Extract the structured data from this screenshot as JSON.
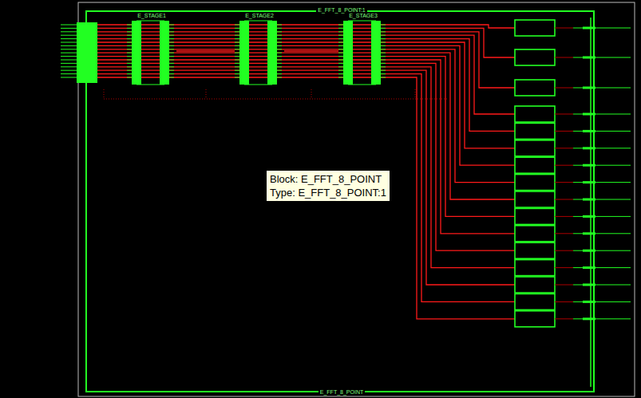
{
  "diagram": {
    "nodes": [
      {
        "text": [
          "E_FFT_8_POINT:1",
          "E_FFT_8_POINT"
        ]
      },
      {
        "text": [
          "E_STAGE1"
        ],
        "in": 0
      },
      {
        "text": [
          "E_STAGE2"
        ],
        "in": 0
      },
      {
        "text": [
          "E_STAGE3"
        ],
        "in": 0
      }
    ],
    "edges": [
      {
        "from": 1,
        "to": 2,
        "arrow": "none"
      },
      {
        "from": 2,
        "to": 3,
        "arrow": "none"
      }
    ],
    "labels": [
      "Block: E_FFT_8_POINT",
      "Type: E_FFT_8_POINT:1"
    ]
  }
}
